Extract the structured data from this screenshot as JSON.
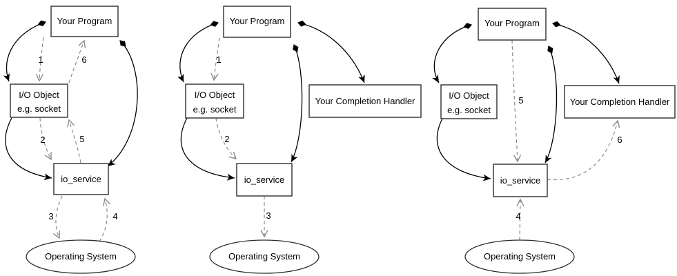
{
  "diagram": {
    "colors": {
      "background": "#ffffff",
      "solid_line": "#000000",
      "dashed_line": "#8a8a8a",
      "box_border": "#2d2d2d",
      "box_fill": "#ffffff",
      "text": "#000000"
    }
  },
  "panel1": {
    "program": "Your Program",
    "io_object_line1": "I/O Object",
    "io_object_line2": "e.g. socket",
    "service": "io_service",
    "os": "Operating System",
    "step1": "1",
    "step2": "2",
    "step3": "3",
    "step4": "4",
    "step5": "5",
    "step6": "6"
  },
  "panel2": {
    "program": "Your Program",
    "io_object_line1": "I/O Object",
    "io_object_line2": "e.g. socket",
    "service": "io_service",
    "os": "Operating System",
    "handler": "Your Completion Handler",
    "step1": "1",
    "step2": "2",
    "step3": "3"
  },
  "panel3": {
    "program": "Your Program",
    "io_object_line1": "I/O Object",
    "io_object_line2": "e.g. socket",
    "service": "io_service",
    "os": "Operating System",
    "handler": "Your Completion Handler",
    "step4": "4",
    "step5": "5",
    "step6": "6"
  }
}
